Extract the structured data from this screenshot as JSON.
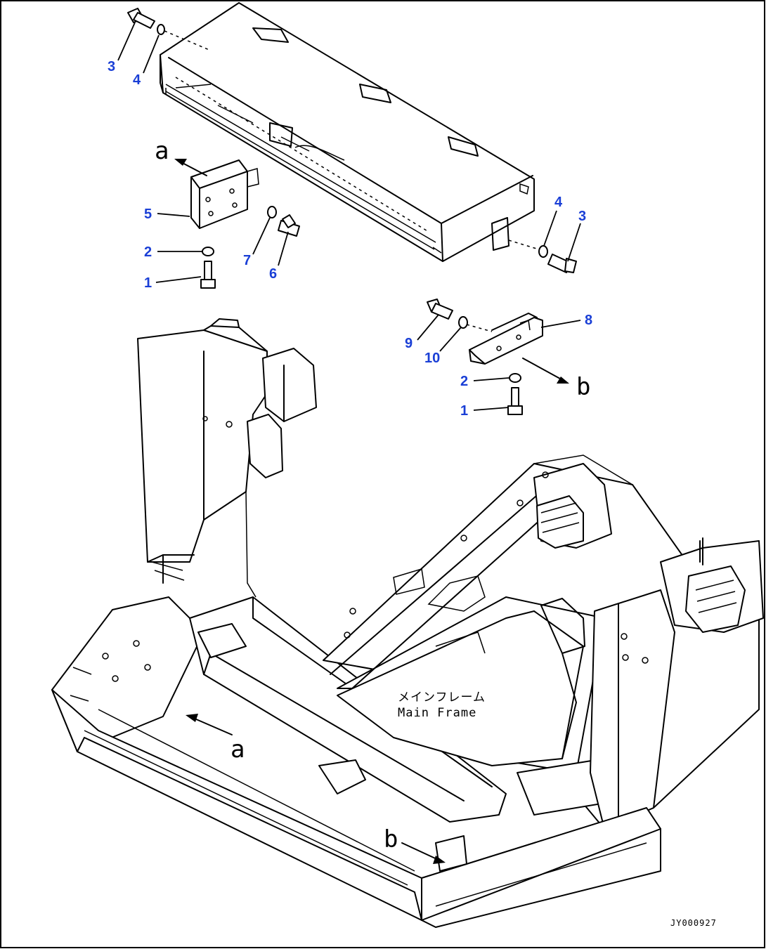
{
  "callouts": {
    "c1": "3",
    "c2": "4",
    "c3": "5",
    "c4": "2",
    "c5": "1",
    "c6": "7",
    "c7": "6",
    "c8": "4",
    "c9": "3",
    "c10": "9",
    "c11": "10",
    "c12": "8",
    "c13": "2",
    "c14": "1"
  },
  "view_letters": {
    "a_top": "a",
    "b_top": "b",
    "a_bottom": "a",
    "b_bottom": "b"
  },
  "frame_label": {
    "japanese": "メインフレーム",
    "english": "Main Frame"
  },
  "drawing_code": "JY000927",
  "colors": {
    "callout": "#1a3fd6",
    "line": "#000000",
    "background": "#ffffff"
  }
}
